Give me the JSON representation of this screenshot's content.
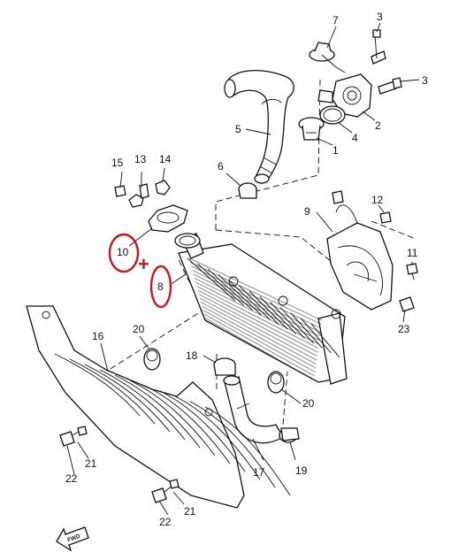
{
  "diagram": {
    "callouts": {
      "c1": "1",
      "c2": "2",
      "c3a": "3",
      "c3b": "3",
      "c4": "4",
      "c5": "5",
      "c6": "6",
      "c7": "7",
      "c8": "8",
      "c9": "9",
      "c10": "10",
      "c11": "11",
      "c12": "12",
      "c13": "13",
      "c14": "14",
      "c15": "15",
      "c16": "16",
      "c17": "17",
      "c18": "18",
      "c19": "19",
      "c20a": "20",
      "c20b": "20",
      "c21a": "21",
      "c21b": "21",
      "c22a": "22",
      "c22b": "22",
      "c23": "23"
    },
    "markup": {
      "plus_sign": "+",
      "highlight_color": "#d0141a"
    },
    "fwd_label": "FWD"
  }
}
